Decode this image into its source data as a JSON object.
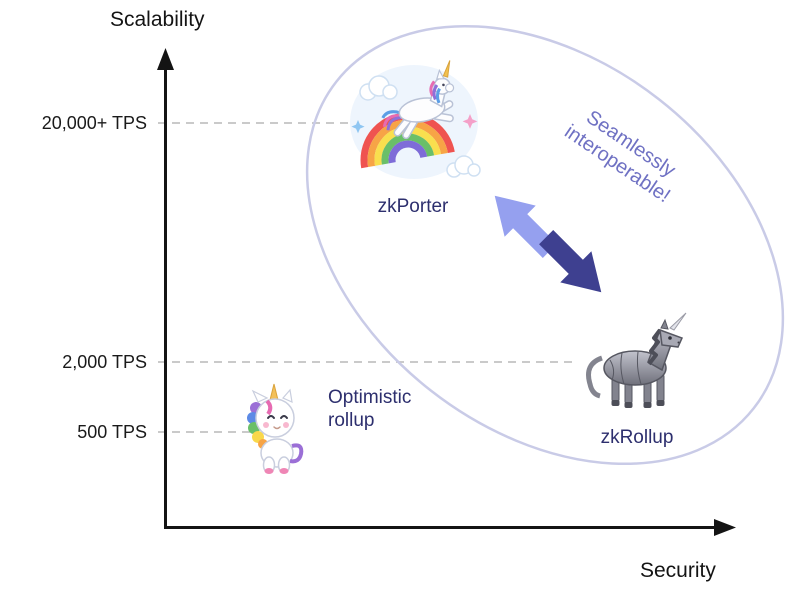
{
  "chart_data": {
    "type": "scatter",
    "title": "",
    "xlabel": "Security",
    "ylabel": "Scalability",
    "y_ticks": [
      "20,000+ TPS",
      "2,000 TPS",
      "500 TPS"
    ],
    "x_ticks": [],
    "points": [
      {
        "label": "zkPorter",
        "icon": "rainbow-unicorn",
        "tps": "20,000+ TPS",
        "x_rel": 0.44,
        "y_rel": 0.87,
        "in_ellipse": true
      },
      {
        "label": "zkRollup",
        "icon": "robot-unicorn",
        "tps": "2,000 TPS",
        "x_rel": 0.82,
        "y_rel": 0.36,
        "in_ellipse": true
      },
      {
        "label": "Optimistic rollup",
        "icon": "baby-unicorn",
        "tps": "500 TPS",
        "x_rel": 0.18,
        "y_rel": 0.21,
        "in_ellipse": false
      }
    ],
    "annotation": "Seamlessly interoperable!",
    "connector": "two opposing block arrows (swap) between zkPorter and zkRollup",
    "group_ellipse": "rotated lavender ellipse enclosing zkPorter and zkRollup",
    "gridlines": "dashed horizontal leader lines from each y tick to its icon",
    "legend": "none"
  },
  "colors": {
    "node_label": "#2d2f6e",
    "annotation": "#6f71c3",
    "ellipse_stroke": "#c9cbe7",
    "arrow_light": "#95a0ef",
    "arrow_dark": "#3e4090",
    "axis": "#141414",
    "tick_text": "#1a1a1a",
    "dash_line": "#c2c2c2"
  }
}
